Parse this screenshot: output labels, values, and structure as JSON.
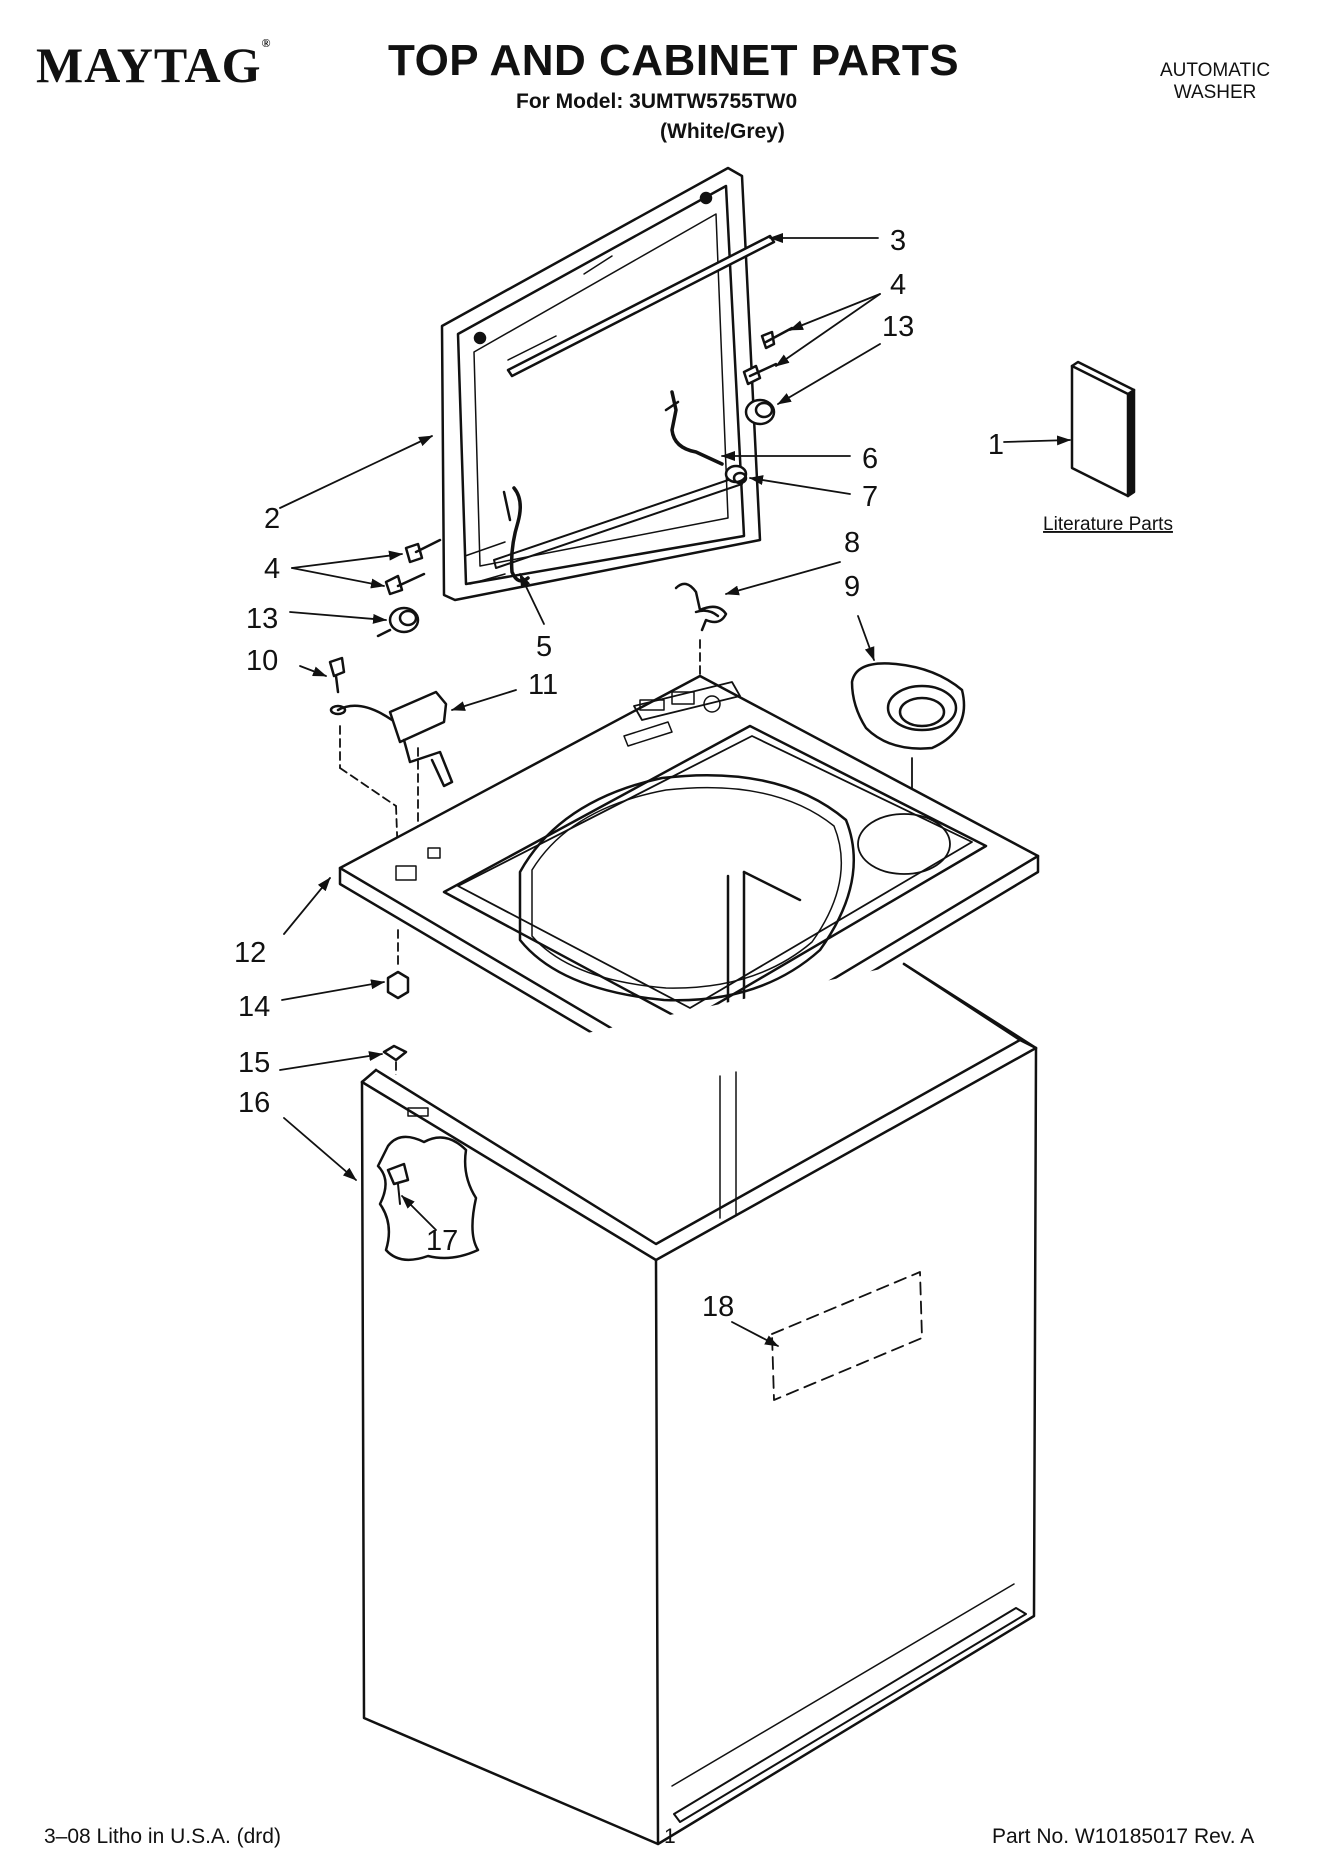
{
  "header": {
    "brand": "MAYTAG",
    "brand_mark": "®",
    "title": "TOP AND CABINET PARTS",
    "model_line": "For Model: 3UMTW5755TW0",
    "color_line": "(White/Grey)",
    "product_type_line1": "AUTOMATIC",
    "product_type_line2": "WASHER"
  },
  "callouts": {
    "c1": "1",
    "c2": "2",
    "c3": "3",
    "c4a": "4",
    "c4b": "4",
    "c5": "5",
    "c6": "6",
    "c7": "7",
    "c8": "8",
    "c9": "9",
    "c10": "10",
    "c11": "11",
    "c12": "12",
    "c13a": "13",
    "c13b": "13",
    "c14": "14",
    "c15": "15",
    "c16": "16",
    "c17": "17",
    "c18": "18"
  },
  "literature_label": "Literature Parts",
  "footer": {
    "print_info": "3–08 Litho in U.S.A. (drd)",
    "page_number": "1",
    "part_number": "Part No. W10185017 Rev. A"
  }
}
